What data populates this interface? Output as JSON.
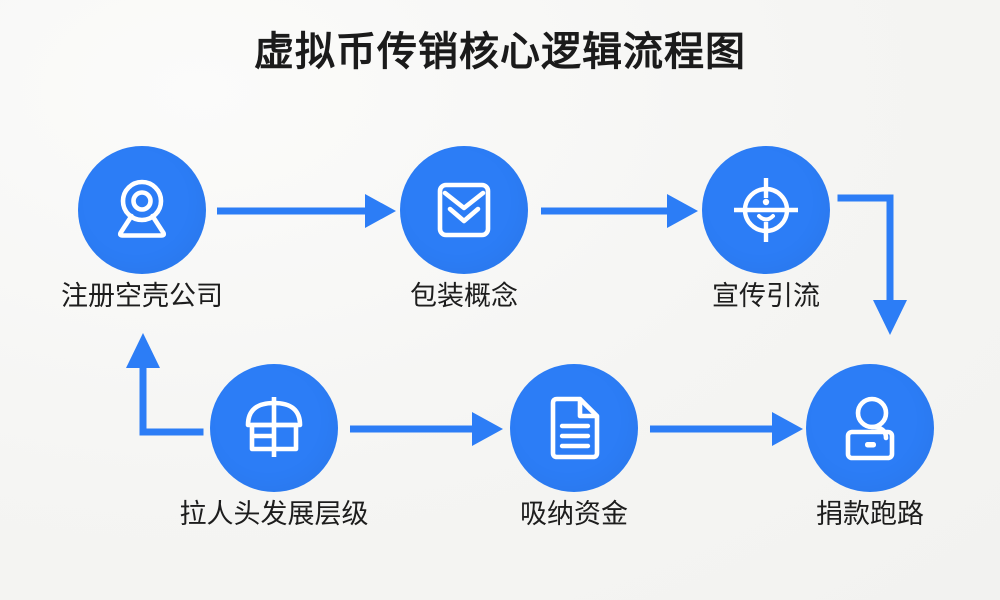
{
  "page": {
    "title": "虚拟币传销核心逻辑流程图",
    "background_color": "#f5f5f3",
    "accent_color": "#2c7df6",
    "text_color": "#1b1b1b"
  },
  "flowchart": {
    "type": "process-flow",
    "node_shape": "circle",
    "nodes": [
      {
        "id": "node-1",
        "order": 1,
        "label": "注册空壳公司",
        "icon": "webcam-icon",
        "row": "top",
        "column": 1
      },
      {
        "id": "node-2",
        "order": 2,
        "label": "包装概念",
        "icon": "package-box-icon",
        "row": "top",
        "column": 2
      },
      {
        "id": "node-3",
        "order": 3,
        "label": "宣传引流",
        "icon": "target-icon",
        "row": "top",
        "column": 3
      },
      {
        "id": "node-4",
        "order": 6,
        "label": "拉人头发展层级",
        "icon": "hierarchy-icon",
        "row": "bottom",
        "column": 1
      },
      {
        "id": "node-5",
        "order": 5,
        "label": "吸纳资金",
        "icon": "document-icon",
        "row": "bottom",
        "column": 2
      },
      {
        "id": "node-6",
        "order": 4,
        "label": "捐款跑路",
        "icon": "person-card-icon",
        "row": "bottom",
        "column": 3
      }
    ],
    "edges": [
      {
        "id": "edge-1-2",
        "from": "node-1",
        "to": "node-2",
        "shape": "straight-right",
        "arrow": "right"
      },
      {
        "id": "edge-2-3",
        "from": "node-2",
        "to": "node-3",
        "shape": "straight-right",
        "arrow": "right"
      },
      {
        "id": "edge-3-6",
        "from": "node-3",
        "to": "node-6",
        "shape": "elbow-right-down",
        "arrow": "down"
      },
      {
        "id": "edge-5-6",
        "from": "node-5",
        "to": "node-6",
        "shape": "straight-right",
        "arrow": "right"
      },
      {
        "id": "edge-4-5",
        "from": "node-4",
        "to": "node-5",
        "shape": "straight-right",
        "arrow": "right"
      },
      {
        "id": "edge-4-1",
        "from": "node-4",
        "to": "node-1",
        "shape": "elbow-left-up",
        "arrow": "up"
      }
    ]
  }
}
